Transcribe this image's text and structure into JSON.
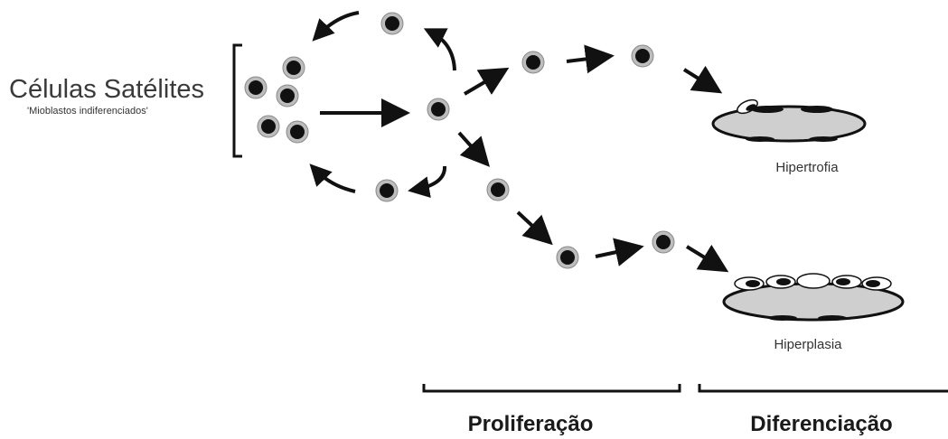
{
  "labels": {
    "title": "Células Satélites",
    "subtitle": "'Mioblastos indiferenciados'",
    "hypertrophy": "Hipertrofia",
    "hyperplasia": "Hiperplasia",
    "proliferation": "Proliferação",
    "differentiation": "Diferenciação"
  },
  "colors": {
    "cell_ring": "#bdbdbd",
    "cell_nucleus": "#111111",
    "fiber_fill": "#cfcfcf",
    "stroke": "#111111",
    "text": "#333333"
  }
}
